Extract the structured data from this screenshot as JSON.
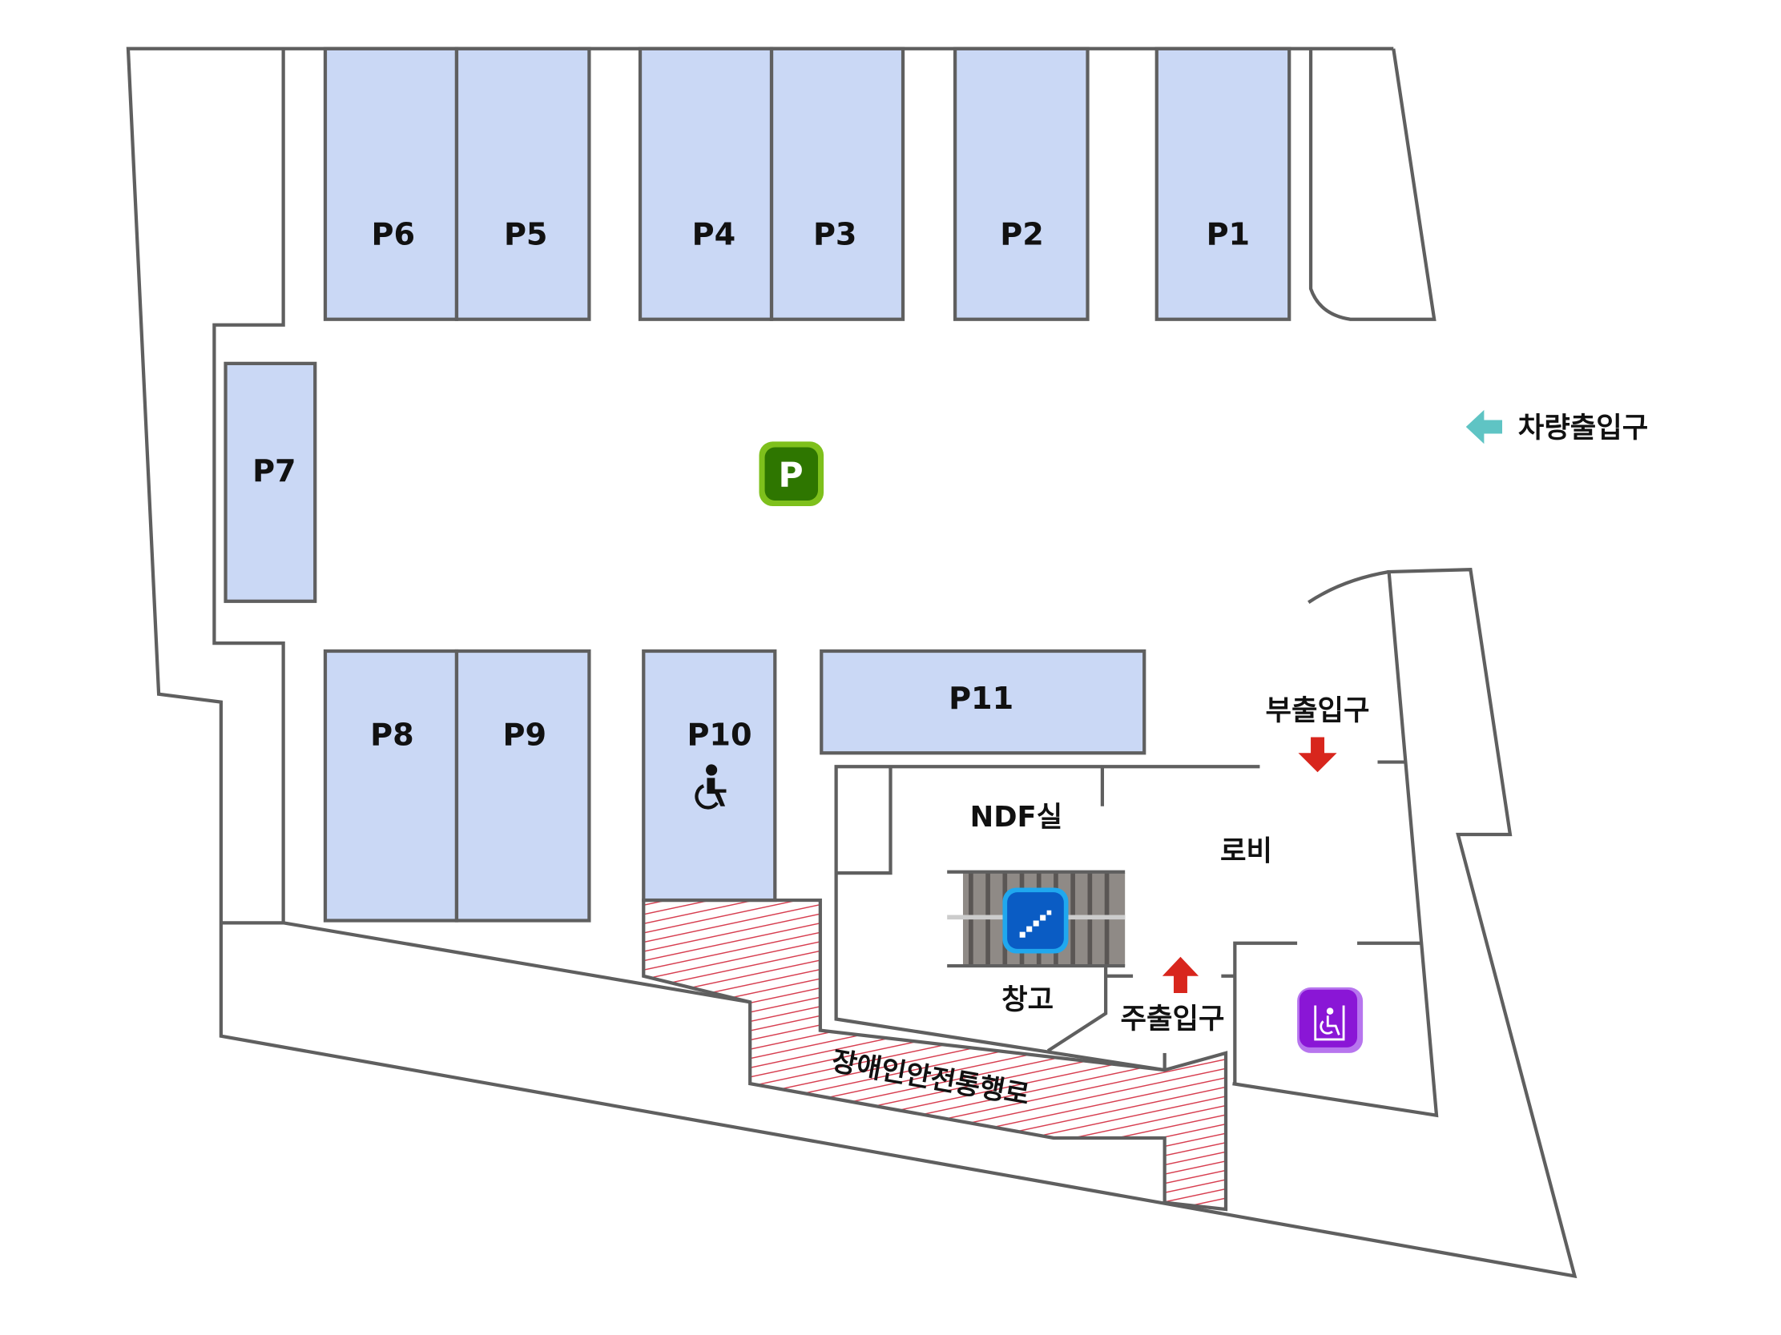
{
  "map": {
    "parking_slots": [
      "P1",
      "P2",
      "P3",
      "P4",
      "P5",
      "P6",
      "P7",
      "P8",
      "P9",
      "P10",
      "P11"
    ],
    "rooms": {
      "ndf": "NDF실",
      "lobby": "로비",
      "storage": "창고"
    },
    "entrances": {
      "vehicle": "차량출입구",
      "secondary": "부출입구",
      "main": "주출입구"
    },
    "accessible_path": "장애인안전통행로",
    "parking_icon_letter": "P"
  },
  "colors": {
    "slot_fill": "#cad8f5",
    "wall": "#5f5f5f",
    "parking_icon": "#2e7600",
    "stairs_icon": "#0a5cc4",
    "elevator_icon": "#8a16d6",
    "arrow_red": "#d8261d",
    "arrow_teal": "#5fc4c4",
    "hatch": "#d6384a"
  }
}
